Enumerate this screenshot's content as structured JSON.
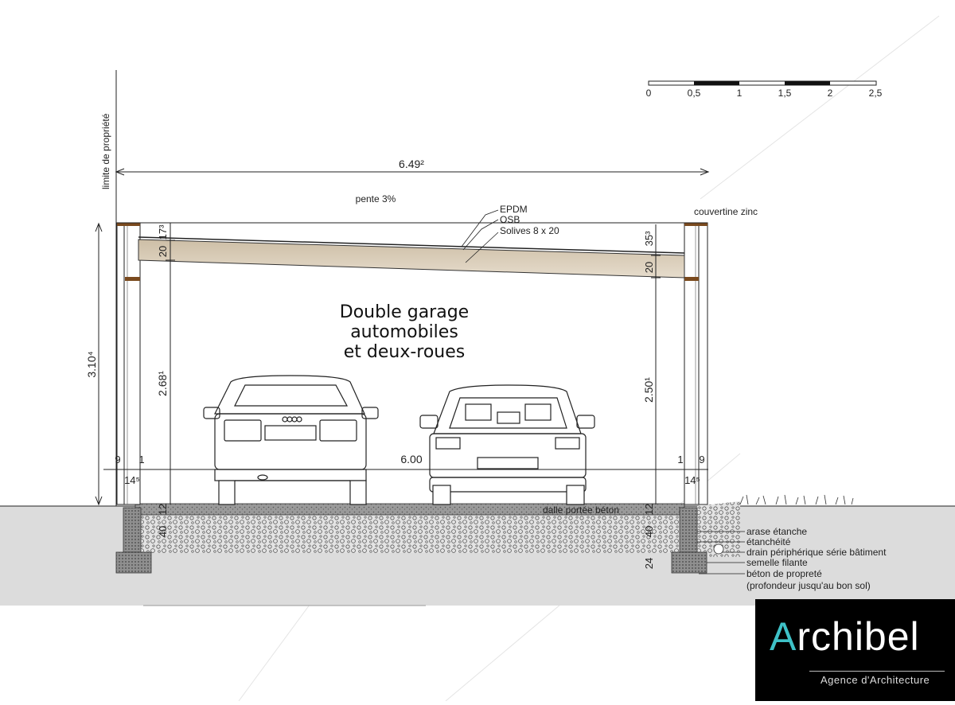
{
  "scale_bar": {
    "ticks": [
      "0",
      "0,5",
      "1",
      "1,5",
      "2",
      "2,5"
    ]
  },
  "property_limit": "limite de propriété",
  "dimensions": {
    "total_width": "6.49²",
    "inner_width": "6.00",
    "total_height": "3.10⁴",
    "left_clear_height": "2.68¹",
    "right_clear_height": "2.50¹",
    "left_top_a": "17³",
    "left_beam": "20",
    "right_top_a": "35³",
    "right_beam": "20",
    "left_wall": "9",
    "left_gap": "1",
    "right_gap": "1",
    "right_wall": "9",
    "left_sill": "14⁵",
    "right_sill": "14⁵",
    "left_slab": "12",
    "left_found": "40",
    "right_slab": "12",
    "right_found": "40",
    "right_footing": "24"
  },
  "roof": {
    "slope": "pente 3%",
    "layers": [
      "EPDM",
      "OSB",
      "Solives 8 x 20"
    ],
    "coping": "couvertine zinc"
  },
  "room_title": [
    "Double garage",
    "automobiles",
    "et deux-roues"
  ],
  "floor_label": "dalle portée béton",
  "foundation_labels": [
    "arase étanche",
    "étanchéité",
    "drain périphérique série bâtiment",
    "semelle filante",
    "béton de propreté",
    "(profondeur jusqu'au bon sol)"
  ],
  "logo": {
    "accent_letter": "A",
    "word_rest": "rchibel",
    "tagline": "Agence d'Architecture",
    "accent_color": "#3ec1c7"
  },
  "colors": {
    "beam": "#d8cbb6",
    "ground": "#d9d9d9",
    "gravel": "#cfcfcf"
  }
}
